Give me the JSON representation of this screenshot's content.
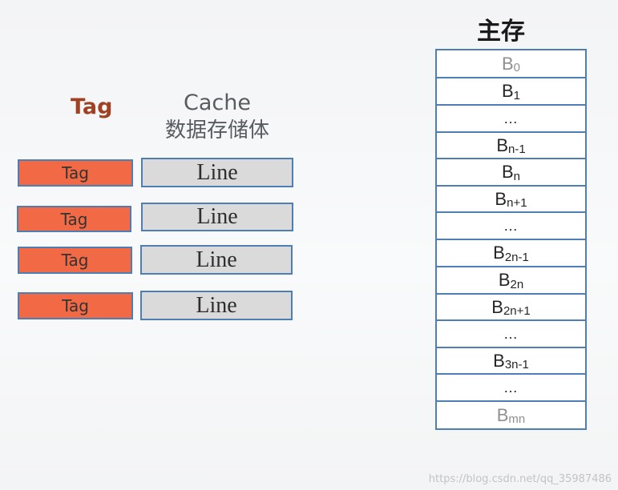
{
  "cache": {
    "tag_header": "Tag",
    "cache_header_line1": "Cache",
    "cache_header_line2": "数据存储体",
    "rows": [
      {
        "tag": "Tag",
        "line": "Line"
      },
      {
        "tag": "Tag",
        "line": "Line"
      },
      {
        "tag": "Tag",
        "line": "Line"
      },
      {
        "tag": "Tag",
        "line": "Line"
      }
    ]
  },
  "main_memory": {
    "title": "主存",
    "blocks": [
      {
        "base": "B",
        "sub": "0"
      },
      {
        "base": "B",
        "sub": "1"
      },
      {
        "base": "…",
        "sub": ""
      },
      {
        "base": "B",
        "sub": "n-1"
      },
      {
        "base": "B",
        "sub": "n"
      },
      {
        "base": "B",
        "sub": "n+1"
      },
      {
        "base": "…",
        "sub": ""
      },
      {
        "base": "B",
        "sub": "2n-1"
      },
      {
        "base": "B",
        "sub": "2n"
      },
      {
        "base": "B",
        "sub": "2n+1"
      },
      {
        "base": "…",
        "sub": ""
      },
      {
        "base": "B",
        "sub": "3n-1"
      },
      {
        "base": "…",
        "sub": ""
      },
      {
        "base": "B",
        "sub": "mn"
      }
    ]
  },
  "watermark": "https://blog.csdn.net/qq_35987486",
  "colors": {
    "tag_fill": "#f26a45",
    "line_fill": "#dadada",
    "border": "#4f7eb5",
    "tag_header": "#a04222"
  }
}
